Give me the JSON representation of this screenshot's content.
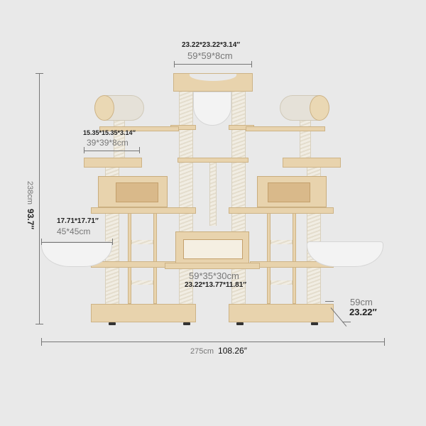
{
  "product": {
    "type": "cat tree dimension diagram",
    "colors": {
      "background": "#e9e9e9",
      "wood": "#e8d3ad",
      "sisal_post": "#f1ede3",
      "cushion": "#f3f3f3",
      "dimension_line": "#777777",
      "imperial_text": "#222222",
      "metric_text": "#777777"
    }
  },
  "dimensions": {
    "top_perch": {
      "imperial": "23.22*23.22*3.14″",
      "metric": "59*59*8cm"
    },
    "small_platform": {
      "imperial": "15.35*15.35*3.14″",
      "metric": "39*39*8cm"
    },
    "basket": {
      "imperial": "17.71*17.71″",
      "metric": "45*45cm"
    },
    "height": {
      "metric": "238cm",
      "imperial": "93.7″"
    },
    "condo": {
      "metric": "59*35*30cm",
      "imperial": "23.22*13.77*11.81″"
    },
    "depth": {
      "metric": "59cm",
      "imperial": "23.22″"
    },
    "width": {
      "metric": "275cm",
      "imperial": "108.26″"
    }
  }
}
